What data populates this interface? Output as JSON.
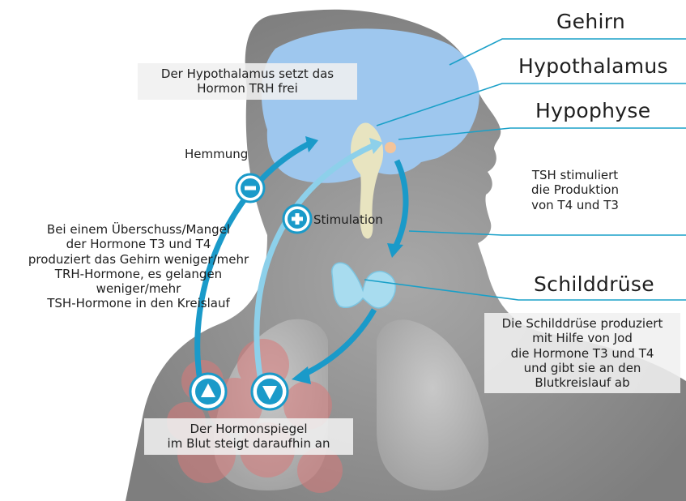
{
  "labels": {
    "gehirn": "Gehirn",
    "hypothalamus": "Hypothalamus",
    "hypophyse": "Hypophyse",
    "schilddruese": "Schilddrüse",
    "hemmung": "Hemmung",
    "stimulation": "Stimulation"
  },
  "notes": {
    "hypothalamus": [
      "Der Hypothalamus setzt das",
      "Hormon TRH frei"
    ],
    "tsh": [
      "TSH stimuliert",
      "die Produktion",
      "von T4 und T3"
    ],
    "feedback": [
      "Bei einem Überschuss/Mangel",
      "der Hormone T3 und T4",
      "produziert das Gehirn weniger/mehr",
      "TRH-Hormone, es gelangen",
      "weniger/mehr",
      "TSH-Hormone in den Kreislauf"
    ],
    "schilddruese": [
      "Die Schilddrüse produziert",
      "mit Hilfe von Jod",
      "die Hormone T3 und T4",
      "und gibt sie an den",
      "Blutkreislauf ab"
    ],
    "blut": [
      "Der Hormonspiegel",
      "im Blut steigt daraufhin an"
    ]
  },
  "colors": {
    "arrow": "#1a9ac9",
    "arrow_light": "#7fc8e4",
    "brain": "#9ec7ee",
    "thyroid": "#a8dcef",
    "silhouette": "#8c8c8c",
    "blood": "#d98a8a",
    "leader": "#1aa0c8"
  },
  "icons": [
    "minus-circle-icon",
    "plus-circle-icon",
    "triangle-up-circle-icon",
    "triangle-down-circle-icon"
  ]
}
